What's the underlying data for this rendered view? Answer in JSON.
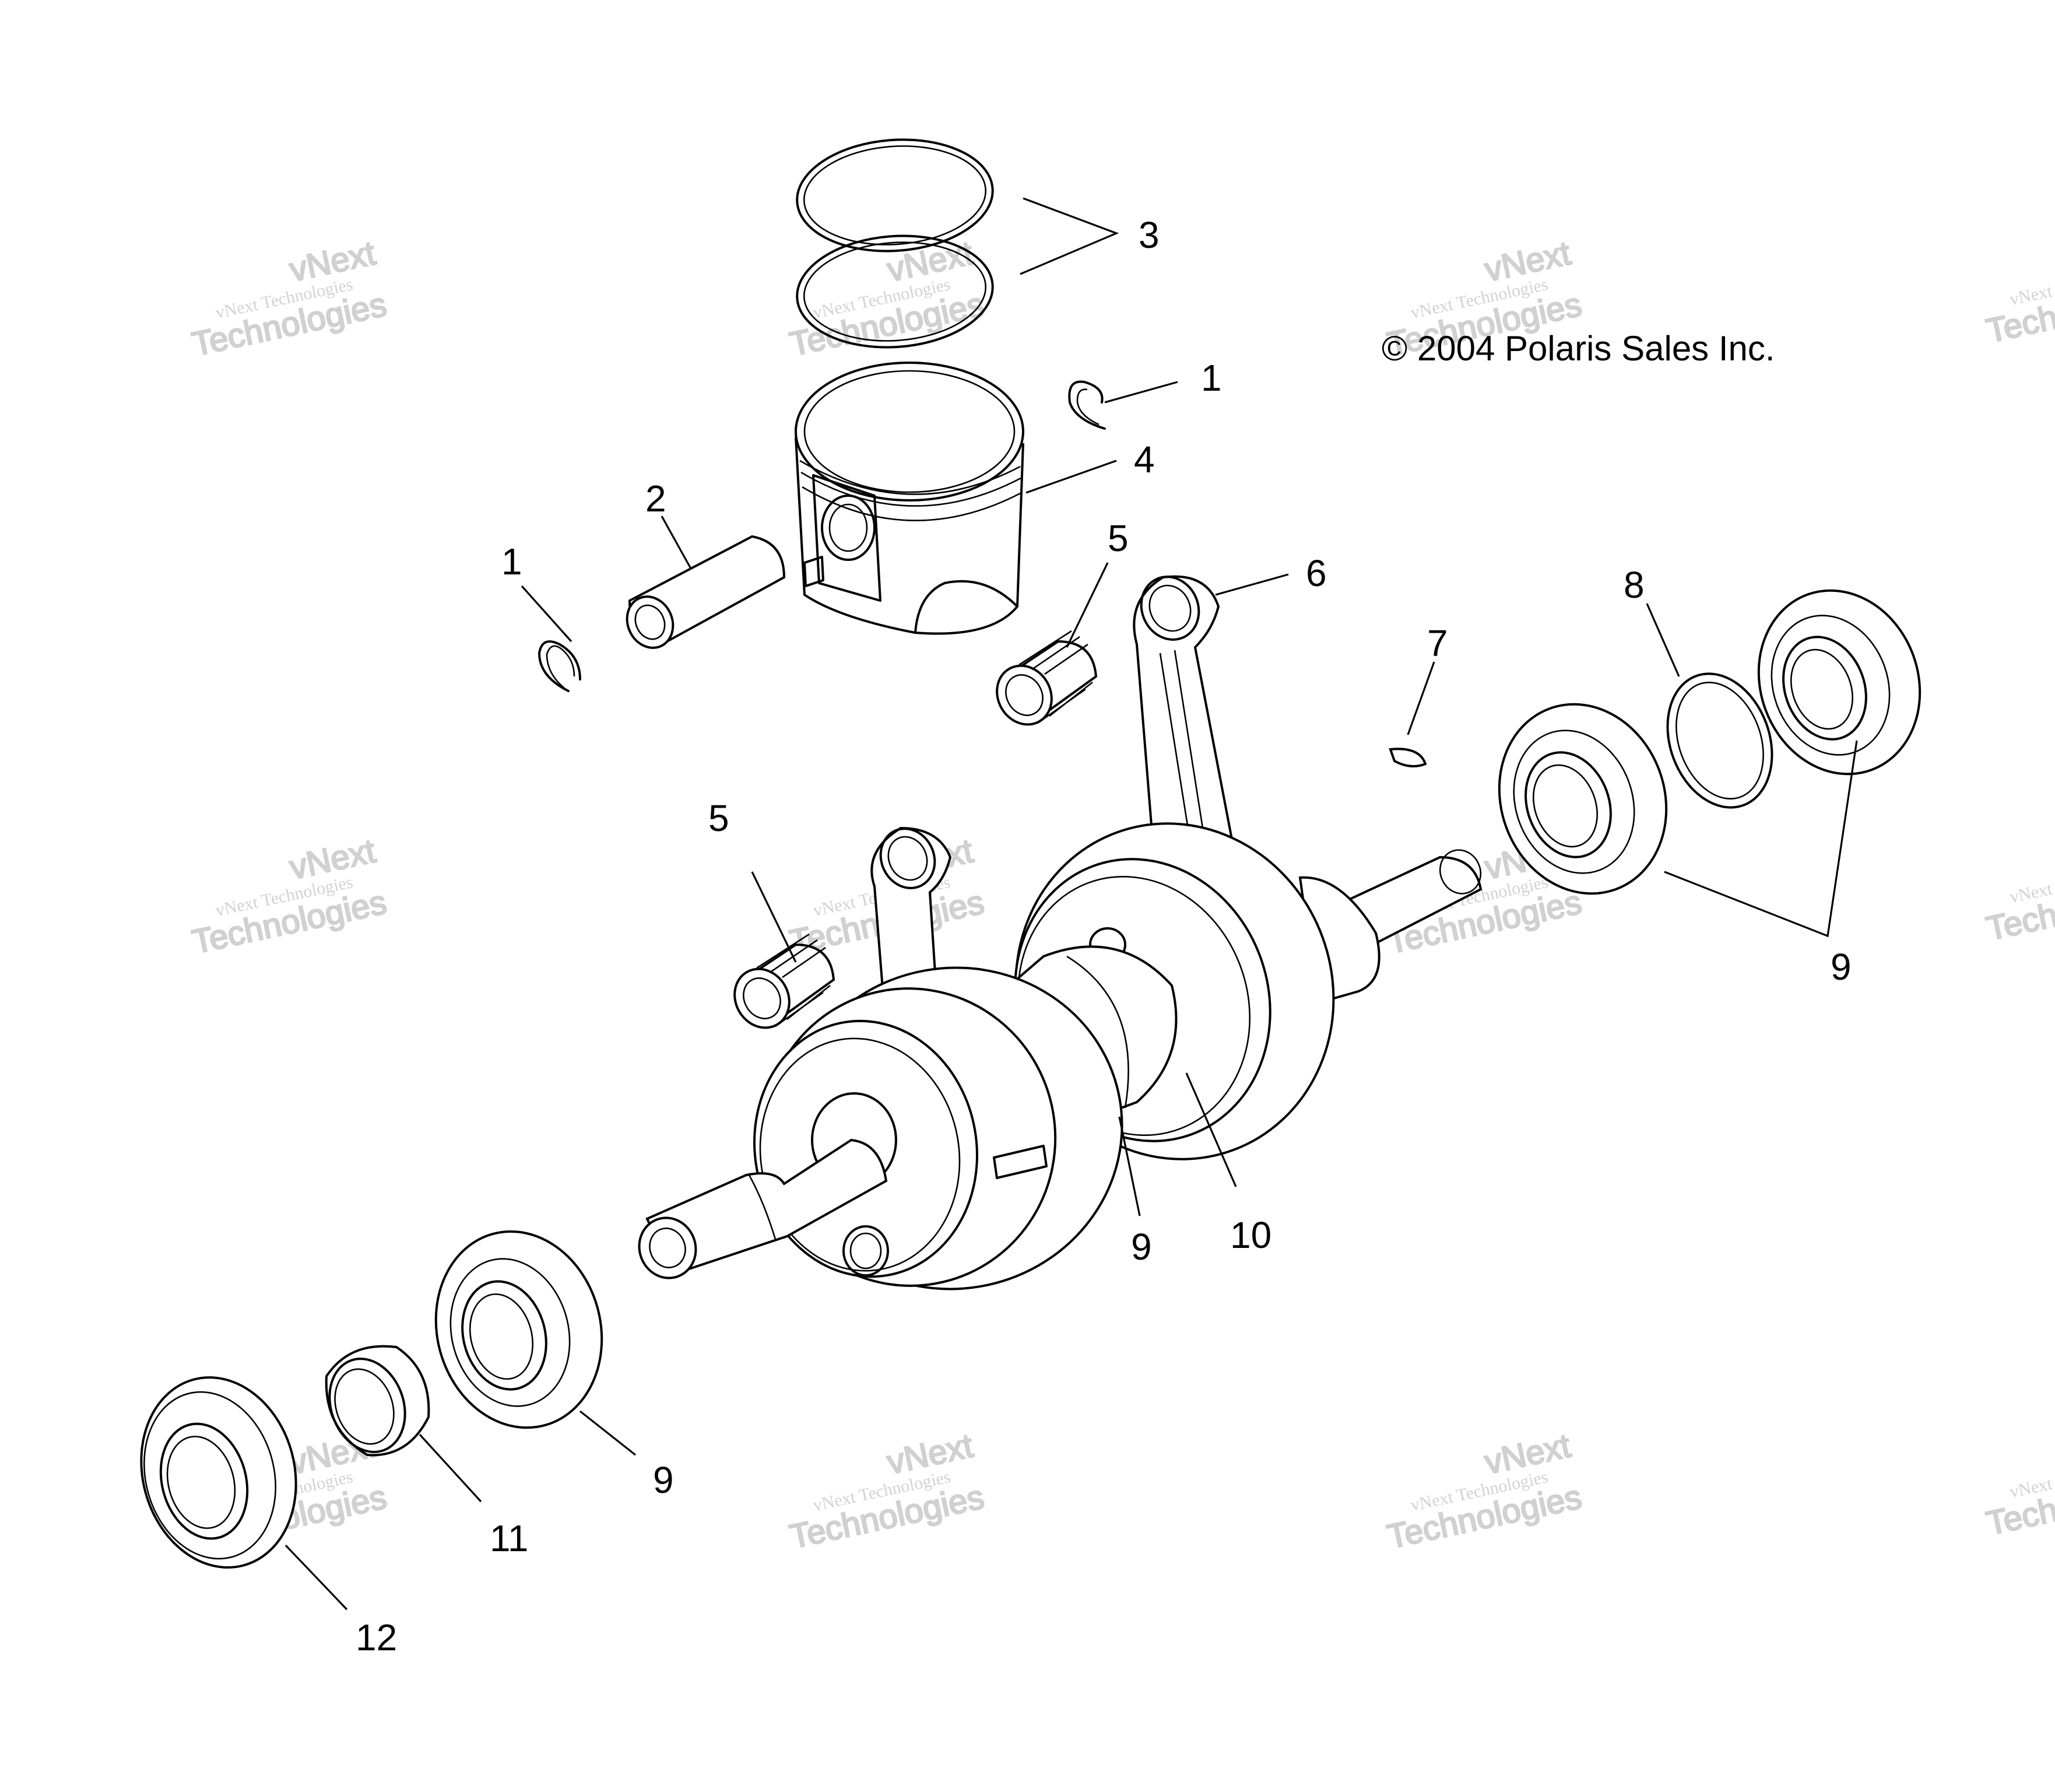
{
  "diagram": {
    "copyright": "© 2004 Polaris Sales Inc.",
    "watermark": {
      "small": "vNext Technologies",
      "big_top": "vNext",
      "big_bottom": "Technologies"
    },
    "callouts": {
      "c1a": "1",
      "c1b": "1",
      "c2": "2",
      "c3": "3",
      "c4": "4",
      "c5a": "5",
      "c5b": "5",
      "c6": "6",
      "c7": "7",
      "c8": "8",
      "c9a": "9",
      "c9b": "9",
      "c9c": "9",
      "c10": "10",
      "c11": "11",
      "c12": "12"
    }
  }
}
